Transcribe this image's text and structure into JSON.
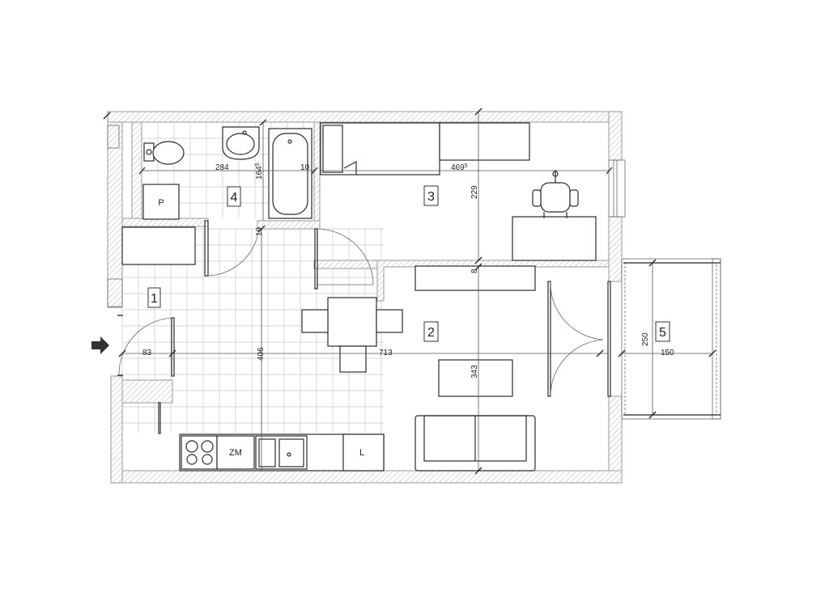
{
  "rooms": [
    {
      "id": "1",
      "label": "1"
    },
    {
      "id": "2",
      "label": "2"
    },
    {
      "id": "3",
      "label": "3"
    },
    {
      "id": "4",
      "label": "4"
    },
    {
      "id": "5",
      "label": "5"
    }
  ],
  "fixtures": {
    "p_label": "P",
    "zm_label": "ZM",
    "l_label": "L"
  },
  "dimensions": {
    "d284": "284",
    "d1645": "164",
    "d1645_sup": "5",
    "d10a": "10",
    "d4695": "469",
    "d4695_sup": "5",
    "d229": "229",
    "d10b": "10",
    "d8": "8",
    "d83": "83",
    "d406": "406",
    "d713": "713",
    "d343": "343",
    "d250": "250",
    "d150": "150"
  },
  "colors": {
    "wall_hatch": "#bdbdbd",
    "line": "#2b2b2b",
    "grid": "#c9c9c9"
  },
  "icons": [
    "entrance-arrow-icon"
  ]
}
